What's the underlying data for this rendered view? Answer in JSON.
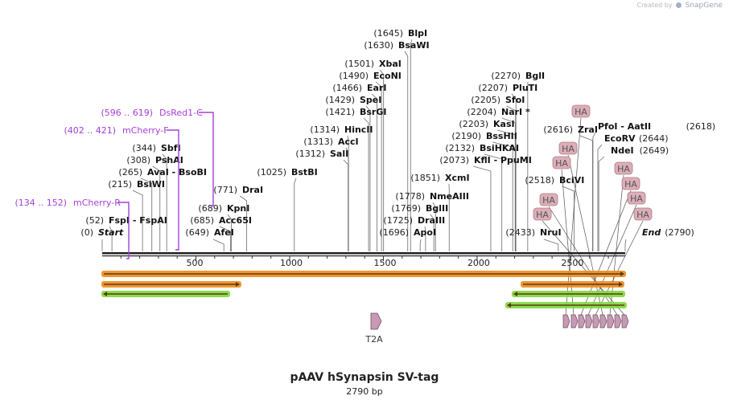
{
  "credit": {
    "prefix": "Created by",
    "brand": "SnapGene"
  },
  "title": "pAAV hSynapsin SV-tag",
  "subtitle": "2790 bp",
  "map": {
    "length": 2790,
    "start_label": "Start",
    "end_label": "End",
    "ticks": [
      500,
      1000,
      1500,
      2000,
      2500
    ]
  },
  "sites": [
    {
      "pos": 0,
      "pos_text": "(0)",
      "name": "Start",
      "italic": true,
      "side": "left"
    },
    {
      "pos": 52,
      "pos_text": "(52)",
      "name": "FspI  -  FspAI",
      "side": "left"
    },
    {
      "pos": 215,
      "pos_text": "(215)",
      "name": "BsiWI",
      "side": "left"
    },
    {
      "pos": 265,
      "pos_text": "(265)",
      "name": "AvaI  -  BsoBI",
      "side": "left"
    },
    {
      "pos": 308,
      "pos_text": "(308)",
      "name": "PshAI",
      "side": "left"
    },
    {
      "pos": 344,
      "pos_text": "(344)",
      "name": "SbfI",
      "side": "left"
    },
    {
      "pos": 649,
      "pos_text": "(649)",
      "name": "AfeI",
      "side": "left"
    },
    {
      "pos": 685,
      "pos_text": "(685)",
      "name": "Acc65I",
      "side": "left"
    },
    {
      "pos": 689,
      "pos_text": "(689)",
      "name": "KpnI",
      "side": "left"
    },
    {
      "pos": 771,
      "pos_text": "(771)",
      "name": "DraI",
      "side": "left"
    },
    {
      "pos": 1025,
      "pos_text": "(1025)",
      "name": "BstBI",
      "side": "left"
    },
    {
      "pos": 1312,
      "pos_text": "(1312)",
      "name": "SalI",
      "side": "left"
    },
    {
      "pos": 1313,
      "pos_text": "(1313)",
      "name": "AccI",
      "side": "left"
    },
    {
      "pos": 1314,
      "pos_text": "(1314)",
      "name": "HincII",
      "side": "left"
    },
    {
      "pos": 1421,
      "pos_text": "(1421)",
      "name": "BsrGI",
      "side": "left"
    },
    {
      "pos": 1429,
      "pos_text": "(1429)",
      "name": "SpeI",
      "side": "left"
    },
    {
      "pos": 1466,
      "pos_text": "(1466)",
      "name": "EarI",
      "side": "left"
    },
    {
      "pos": 1490,
      "pos_text": "(1490)",
      "name": "EcoNI",
      "side": "left"
    },
    {
      "pos": 1501,
      "pos_text": "(1501)",
      "name": "XbaI",
      "side": "left"
    },
    {
      "pos": 1630,
      "pos_text": "(1630)",
      "name": "BsaWI",
      "side": "left"
    },
    {
      "pos": 1645,
      "pos_text": "(1645)",
      "name": "BlpI",
      "side": "left"
    },
    {
      "pos": 1696,
      "pos_text": "(1696)",
      "name": "ApoI",
      "side": "left"
    },
    {
      "pos": 1725,
      "pos_text": "(1725)",
      "name": "DraIII",
      "side": "left"
    },
    {
      "pos": 1769,
      "pos_text": "(1769)",
      "name": "BglII",
      "side": "left"
    },
    {
      "pos": 1778,
      "pos_text": "(1778)",
      "name": "NmeAIII",
      "side": "left"
    },
    {
      "pos": 1851,
      "pos_text": "(1851)",
      "name": "XcmI",
      "side": "left"
    },
    {
      "pos": 2073,
      "pos_text": "(2073)",
      "name": "KflI  -  PpuMI",
      "side": "left"
    },
    {
      "pos": 2132,
      "pos_text": "(2132)",
      "name": "BsiHKAI",
      "side": "left"
    },
    {
      "pos": 2190,
      "pos_text": "(2190)",
      "name": "BssHII",
      "side": "left"
    },
    {
      "pos": 2203,
      "pos_text": "(2203)",
      "name": "KasI",
      "side": "left"
    },
    {
      "pos": 2204,
      "pos_text": "(2204)",
      "name": "NarI *",
      "side": "left"
    },
    {
      "pos": 2205,
      "pos_text": "(2205)",
      "name": "SfoI",
      "side": "left"
    },
    {
      "pos": 2207,
      "pos_text": "(2207)",
      "name": "PluTI",
      "side": "left"
    },
    {
      "pos": 2270,
      "pos_text": "(2270)",
      "name": "BglI",
      "side": "left"
    },
    {
      "pos": 2433,
      "pos_text": "(2433)",
      "name": "NruI",
      "side": "left"
    },
    {
      "pos": 2518,
      "pos_text": "(2518)",
      "name": "BciVI",
      "side": "left"
    },
    {
      "pos": 2616,
      "pos_text": "(2616)",
      "name": "ZraI",
      "side": "left"
    },
    {
      "pos": 2618,
      "pos_text": "(2618)",
      "name": "PfoI  -  AatII",
      "side": "right"
    },
    {
      "pos": 2644,
      "pos_text": "(2644)",
      "name": "EcoRV",
      "side": "right"
    },
    {
      "pos": 2649,
      "pos_text": "(2649)",
      "name": "NdeI",
      "side": "right"
    },
    {
      "pos": 2790,
      "pos_text": "(2790)",
      "name": "End",
      "italic": true,
      "side": "right"
    }
  ],
  "primers": [
    {
      "range": "(134 .. 152)",
      "name": "mCherry-R"
    },
    {
      "range": "(402 .. 421)",
      "name": "mCherry-F"
    },
    {
      "range": "(596 .. 619)",
      "name": "DsRed1-C"
    }
  ],
  "features": [
    {
      "name": "HA",
      "kind": "tag"
    },
    {
      "name": "T2A",
      "kind": "cds"
    }
  ],
  "colors": {
    "orange_feature": "#f08a18",
    "green_feature": "#7fd83a",
    "primer": "#a640d8",
    "ha_fill": "#dcaeb8",
    "ha_stroke": "#b07a88",
    "t2a_fill": "#c79ab3"
  }
}
